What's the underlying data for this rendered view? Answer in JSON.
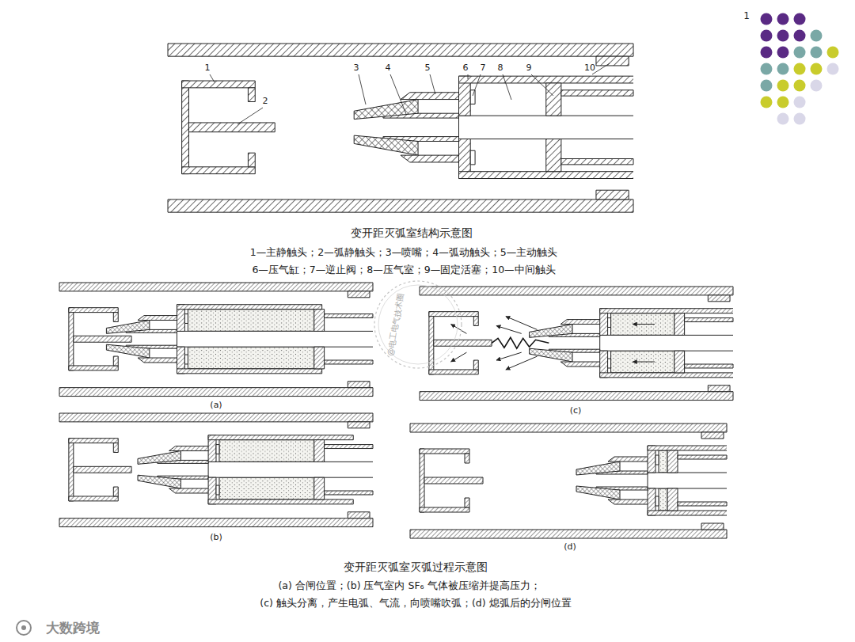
{
  "diagram": {
    "labels": [
      "1",
      "1",
      "2",
      "3",
      "4",
      "5",
      "6",
      "7",
      "8",
      "9",
      "10",
      "变开距灭弧室结构示意图",
      "1—主静触头；2—弧静触头；3—喷嘴；4—弧动触头；5—主动触头",
      "6—压气缸；7—逆止阀；8—压气室；9—固定活塞；10—中间触头",
      "(a)",
      "(c)",
      "(b)",
      "(d)",
      "变开距灭弧室灭弧过程示意图",
      "(a) 合闸位置；(b) 压气室内 SF₆ 气体被压缩并提高压力；",
      "(c) 触头分离，产生电弧、气流，向喷嘴吹弧；(d) 熄弧后的分闸位置",
      "@电工电气技术圈",
      "大数跨境"
    ]
  }
}
